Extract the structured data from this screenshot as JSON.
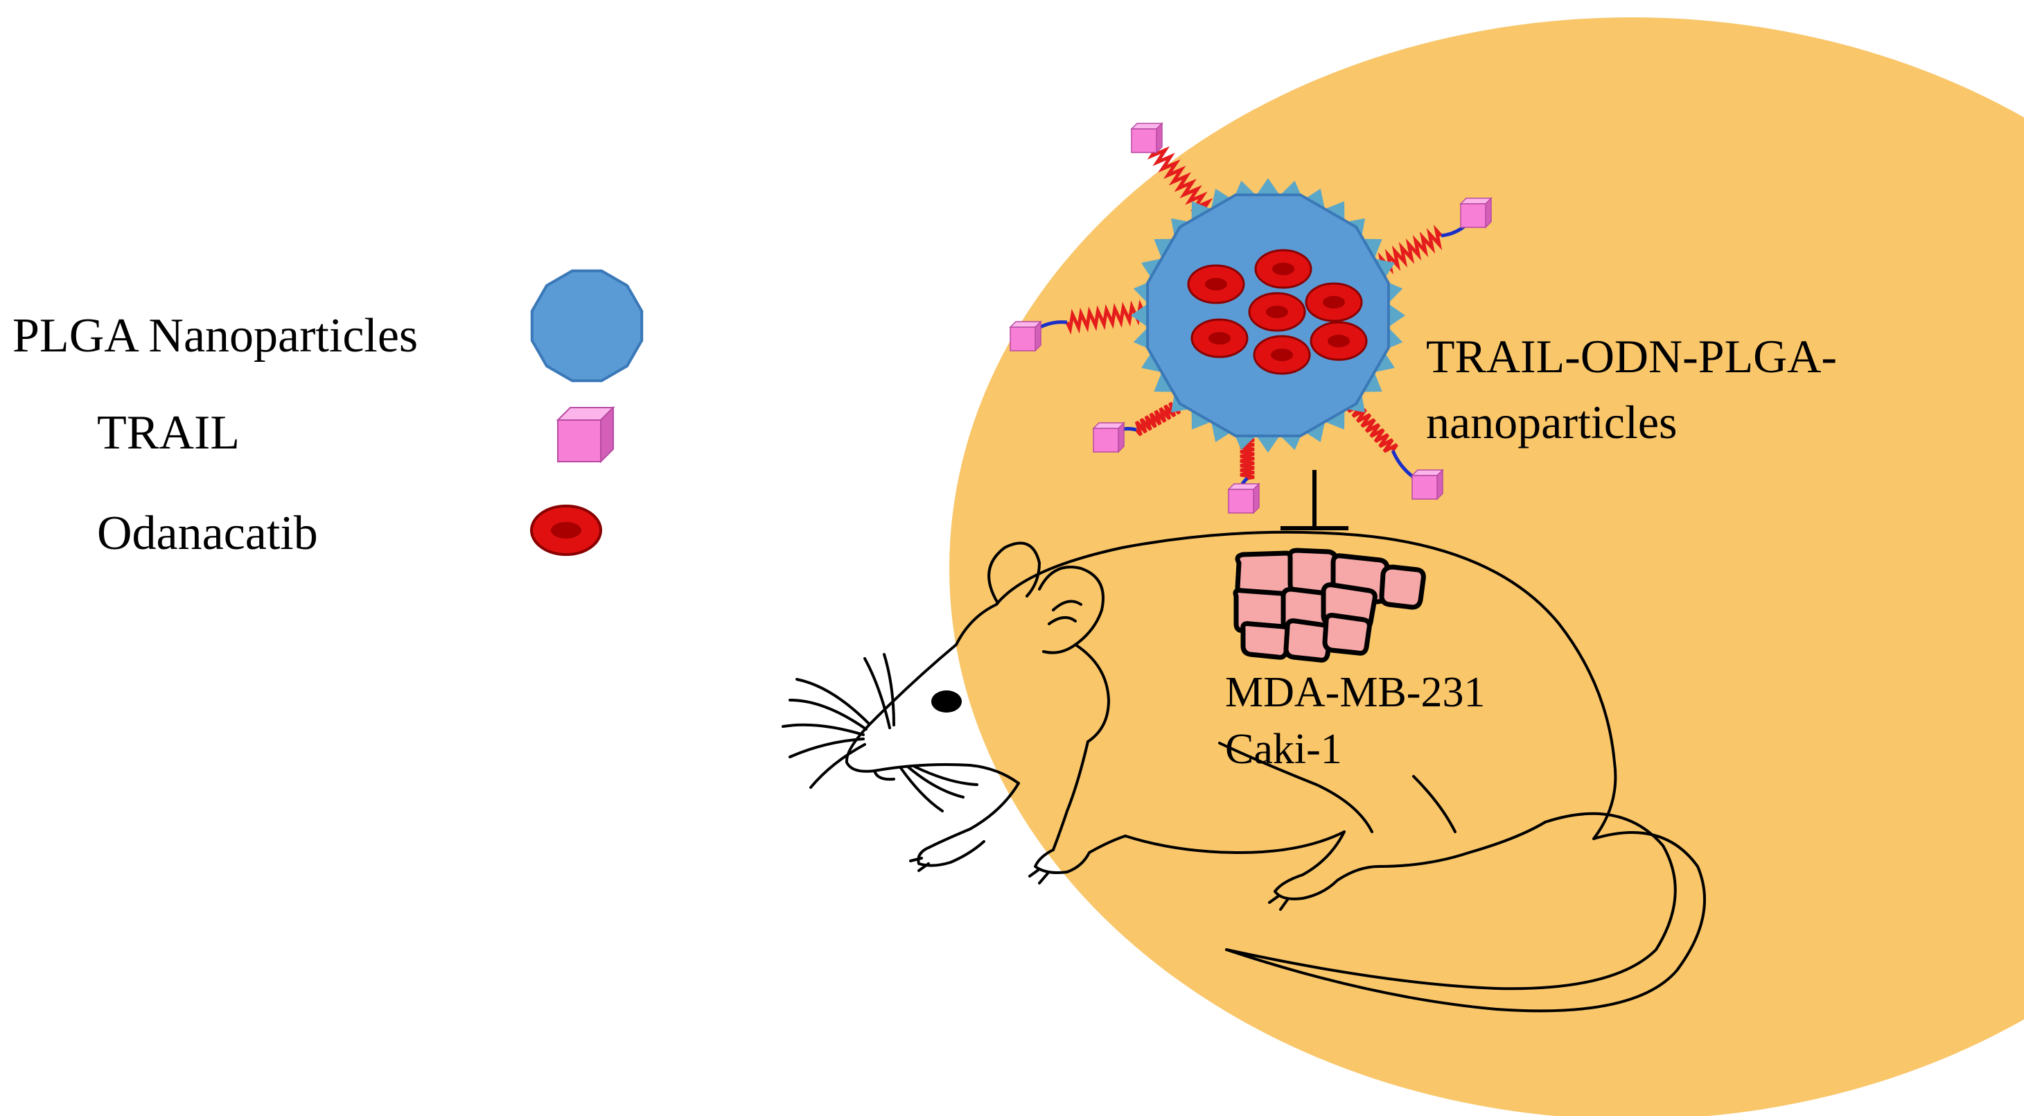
{
  "legend": {
    "items": [
      {
        "label": "PLGA Nanoparticles",
        "icon": "blue-dodecagon-icon"
      },
      {
        "label": "TRAIL",
        "icon": "pink-cube-icon"
      },
      {
        "label": "Odanacatib",
        "icon": "red-oval-icon"
      }
    ]
  },
  "diagram": {
    "nanoparticle_label_line1": "TRAIL-ODN-PLGA-",
    "nanoparticle_label_line2": "nanoparticles",
    "cell_lines_line1": "MDA-MB-231",
    "cell_lines_line2": "Caki-1"
  },
  "colors": {
    "background_oval": "#f9c66a",
    "plga": "#5b9bd5",
    "plga_edge": "#3a78b8",
    "trail": "#f77fd6",
    "trail_edge": "#b84aa2",
    "odanacatib": "#e01010",
    "odanacatib_edge": "#8a0000",
    "tumor": "#f6a7a7",
    "linker_red": "#e51c1c",
    "linker_blue": "#1a2fc7",
    "outline": "#000000"
  }
}
